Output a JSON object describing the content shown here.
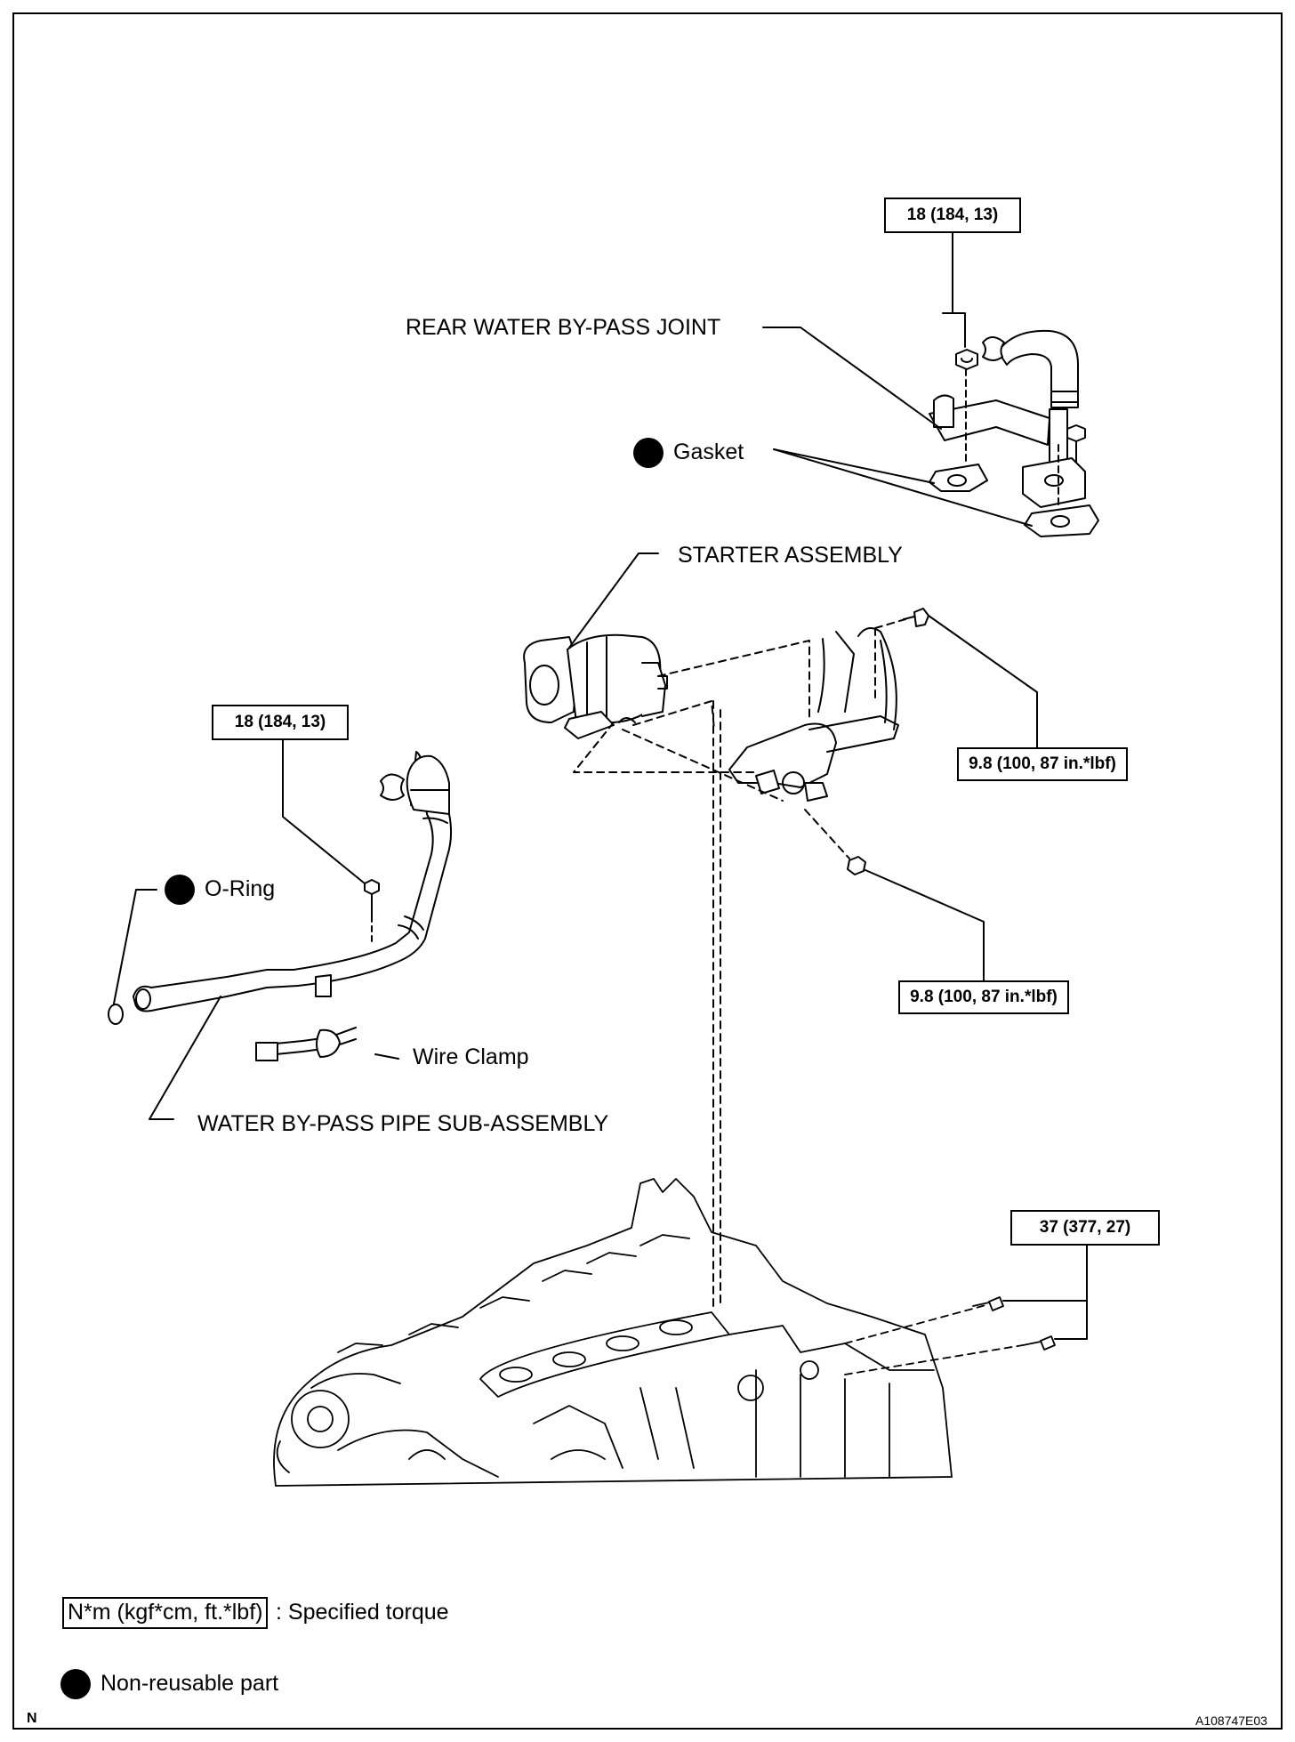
{
  "labels": {
    "rear_joint": "REAR WATER BY-PASS JOINT",
    "gasket": "Gasket",
    "starter": "STARTER ASSEMBLY",
    "o_ring": "O-Ring",
    "wire_clamp": "Wire Clamp",
    "pipe": "WATER BY-PASS PIPE SUB-ASSEMBLY"
  },
  "torques": {
    "rear_joint_nut": "18 (184, 13)",
    "pipe_bolt": "18 (184, 13)",
    "starter_bolt_upper": "9.8 (100, 87 in.*lbf)",
    "starter_nut_lower": "9.8 (100, 87 in.*lbf)",
    "starter_mount_bolts": "37 (377, 27)"
  },
  "legend": {
    "torque_box": "N*m (kgf*cm, ft.*lbf)",
    "torque_text": ": Specified torque",
    "nonreusable_text": "Non-reusable part"
  },
  "corner": {
    "left": "N",
    "right": "A108747E03"
  }
}
